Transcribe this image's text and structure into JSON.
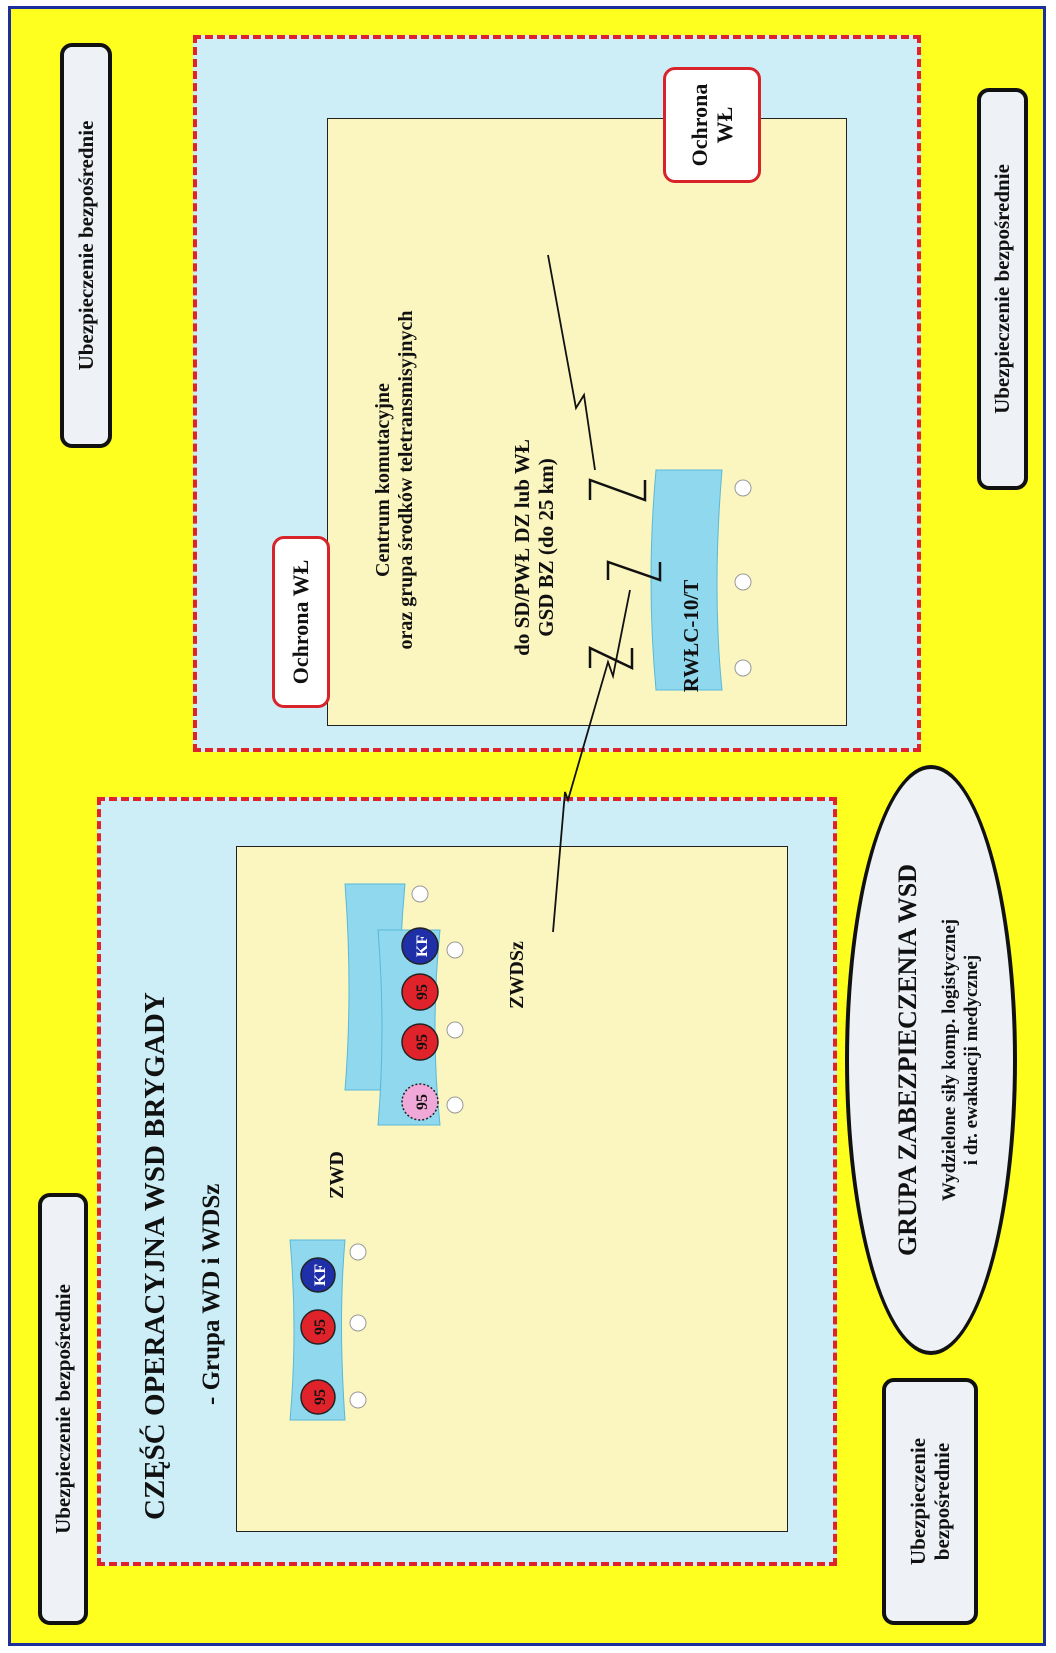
{
  "labels": {
    "ubezp_top_left": "Ubezpieczenie bezpośrednie",
    "ubezp_bottom_left": "Ubezpieczenie bezpośrednie",
    "ubezp_top_right": "Ubezpieczenie bezpośrednie",
    "ubezp_bottom_right": [
      "Ubezpieczenie",
      "bezpośrednie"
    ]
  },
  "operational": {
    "title": "CZĘŚĆ OPERACYJNA WSD BRYGADY",
    "subtitle": "- Grupa WD i WDSz",
    "zwd": "ZWD",
    "zwdsz": "ZWDSz"
  },
  "command": {
    "ochrona_main": "Ochrona WŁ",
    "ochrona_corner": [
      "Ochrona",
      "WŁ"
    ],
    "center_lines": [
      "Centrum komutacyjne",
      "oraz grupa środków teletransmisyjnych"
    ],
    "link_lines": [
      "do SD/PWŁ DZ lub WŁ",
      "GSD BZ (do 25 km)"
    ],
    "unit_label": "RWŁC-10/T"
  },
  "support": {
    "title": "GRUPA ZABEZPIECZENIA WSD",
    "lines": [
      "Wydzielone siły komp. logistycznej",
      "i dr. ewakuacji medycznej"
    ]
  },
  "symbols": {
    "vehicle_95": "95",
    "kf": "KF"
  },
  "colors": {
    "background": "#ffff1f",
    "zone_fill": "#cdeef7",
    "zone_border": "#e0232b",
    "inner_fill": "#fbf6bf",
    "unit_fill": "#8fd8ee",
    "vehicle_red": "#e0232b",
    "vehicle_pink": "#f0a8d8",
    "kf_blue": "#1f2fa8"
  }
}
